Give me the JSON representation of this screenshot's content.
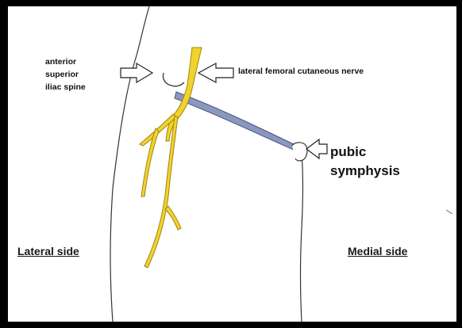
{
  "labels": {
    "asis_line1": "anterior",
    "asis_line2": "superior",
    "asis_line3": "iliac spine",
    "nerve": "lateral femoral cutaneous nerve",
    "pubic_line1": "pubic",
    "pubic_line2": "symphysis",
    "lateral_side": "Lateral side",
    "medial_side": "Medial side"
  },
  "colors": {
    "nerve_fill": "#f2d22c",
    "nerve_edge": "#a08512",
    "ligament": "#8b97bf",
    "outline": "#333333",
    "frame": "#000000",
    "background": "#ffffff"
  }
}
